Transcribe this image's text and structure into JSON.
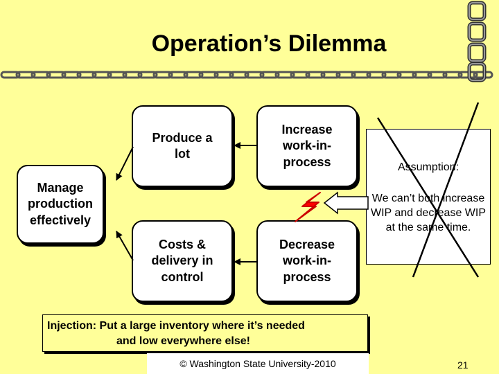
{
  "title": "Operation’s Dilemma",
  "boxes": {
    "manage": "Manage production effectively",
    "produce": "Produce a lot",
    "costs": "Costs & delivery in control",
    "increase": "Increase work-in-process",
    "decrease": "Decrease work-in-process"
  },
  "assumption": {
    "heading": "Assumption:",
    "text": "We can’t both increase WIP and decrease WIP at the same time."
  },
  "injection": {
    "line1": "Injection:  Put a large inventory where it’s needed",
    "line2": "and low everywhere else!"
  },
  "footer": "© Washington State University-2010",
  "page_number": "21",
  "colors": {
    "background": "#FFFF99",
    "conflict_bolt": "#FF0000",
    "cross": "#000000"
  }
}
